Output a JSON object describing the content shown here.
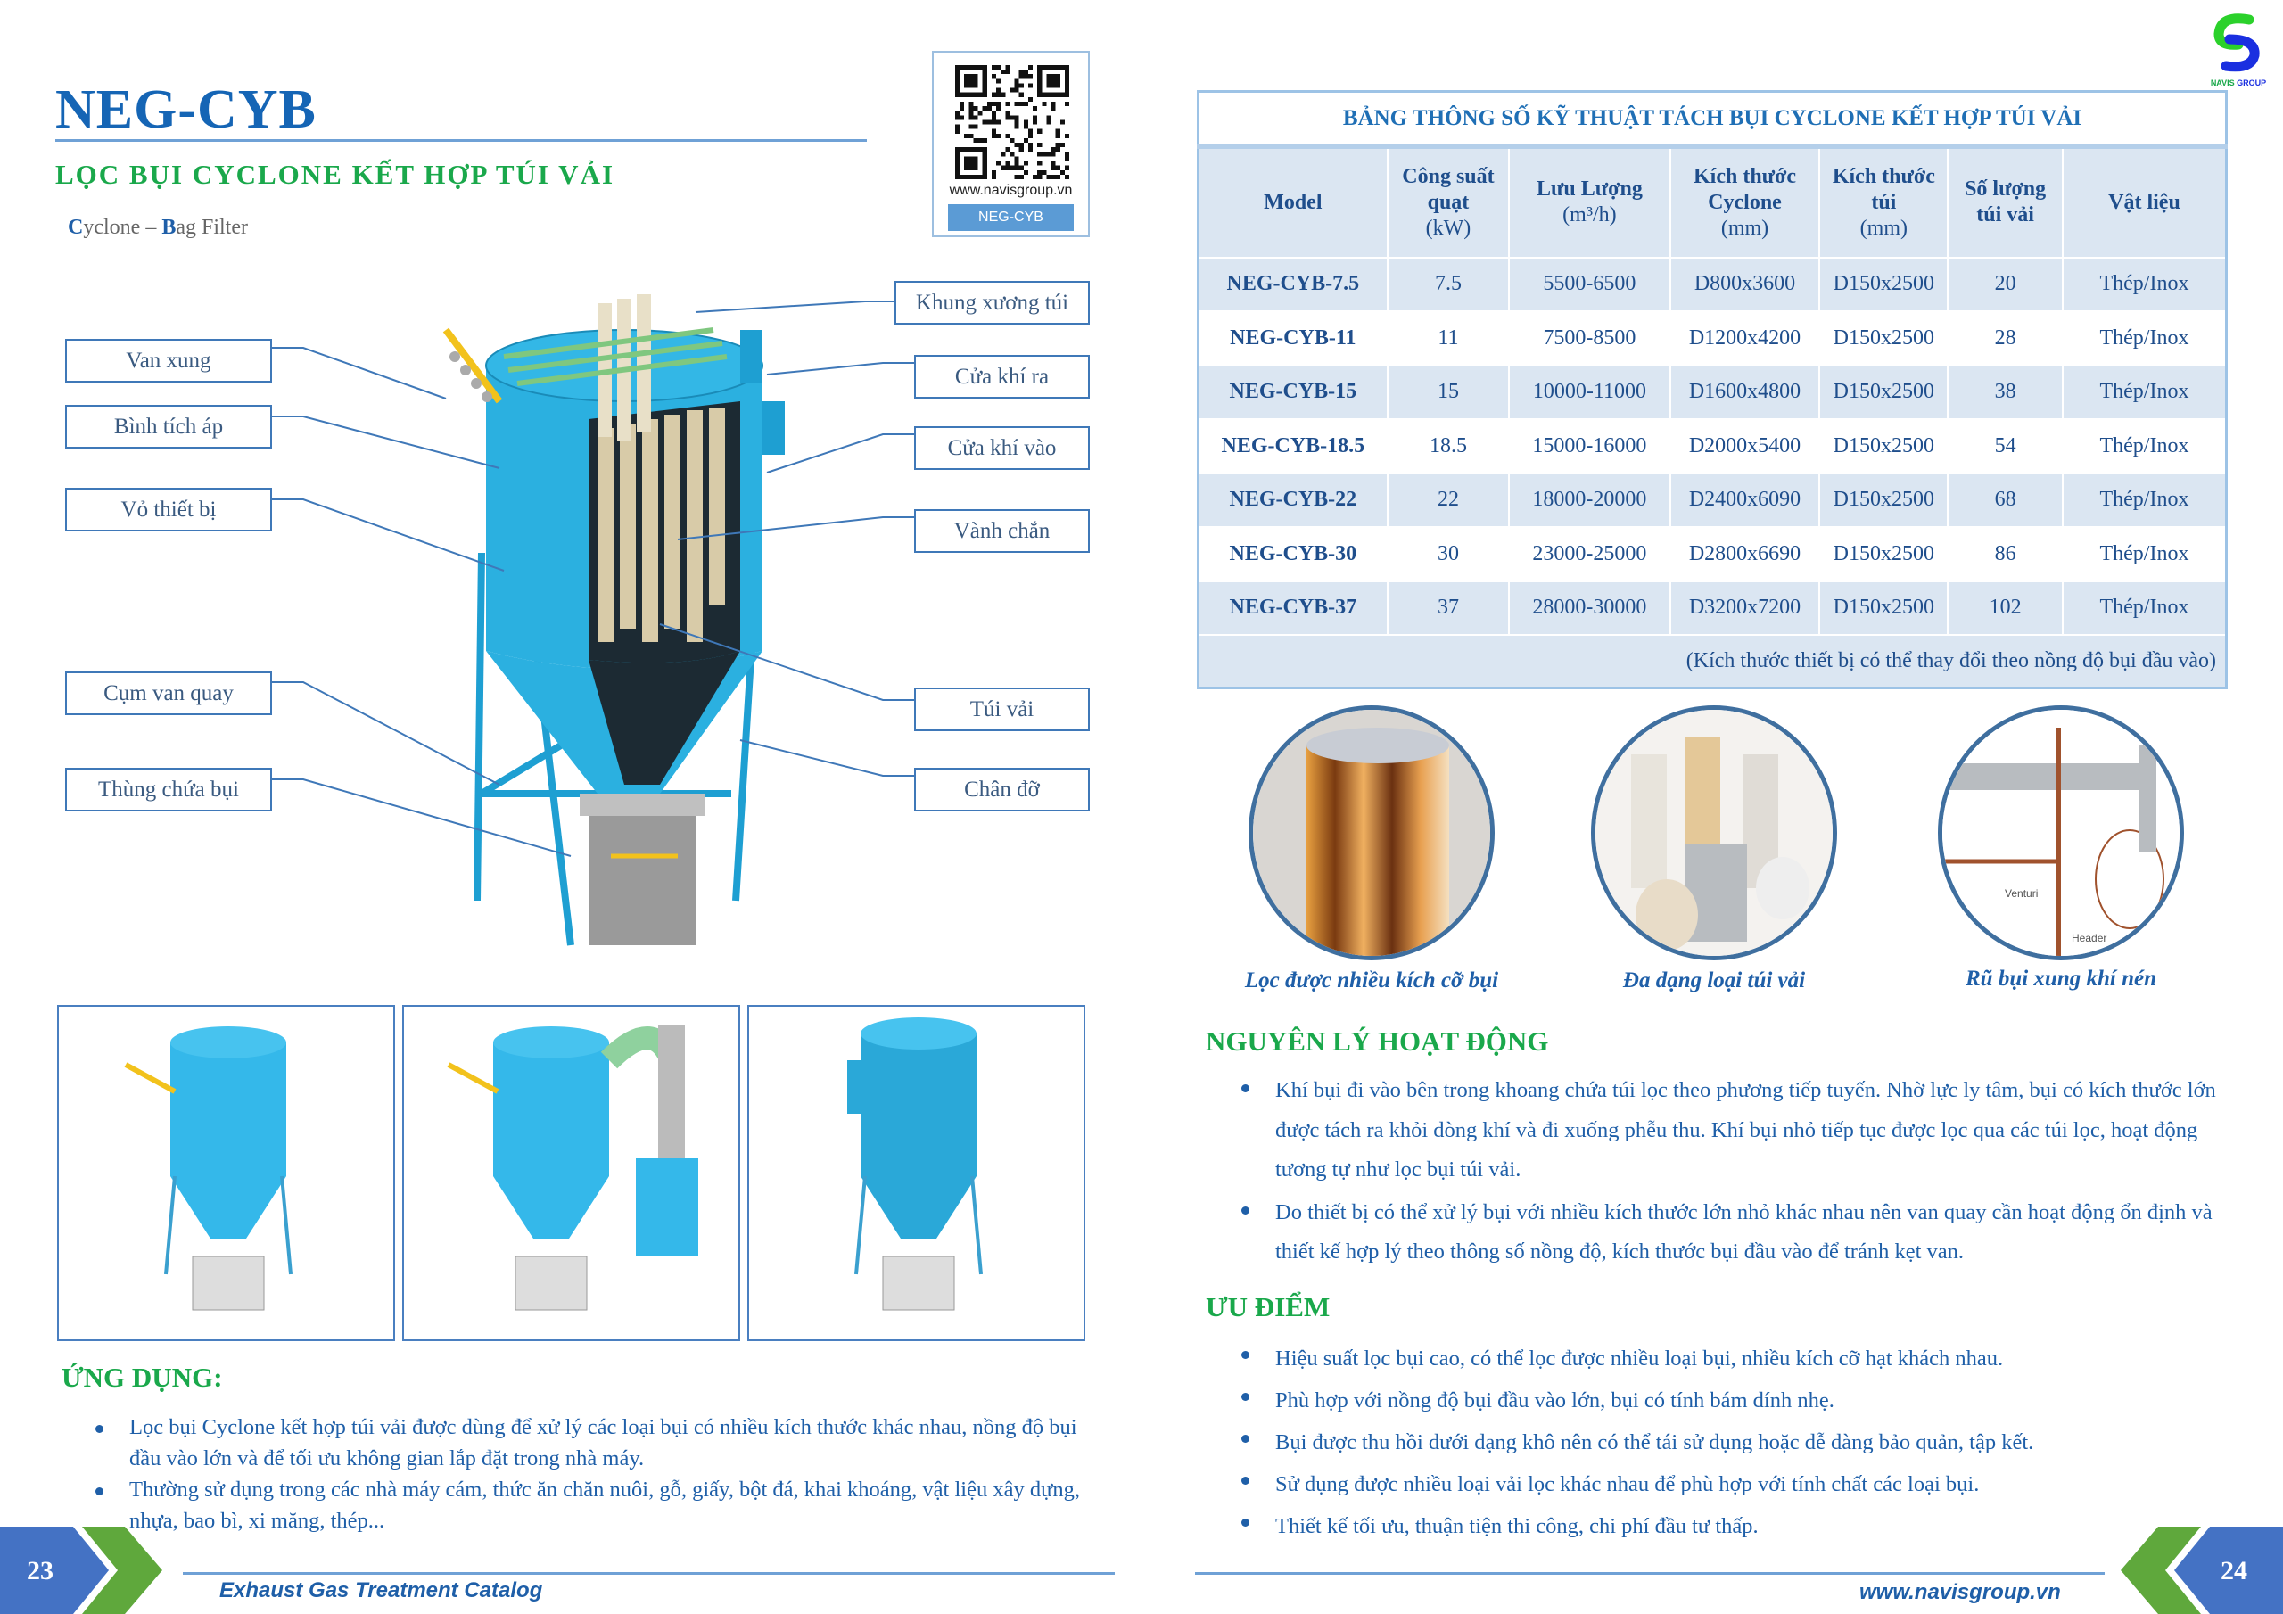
{
  "brand": {
    "logo_text": "NAVIS GROUP",
    "colors": {
      "blue": "#1565b5",
      "green": "#1aa84b",
      "table_bg": "#dbe6f2"
    }
  },
  "header": {
    "title": "NEG-CYB",
    "subtitle": "LỌC BỤI CYCLONE KẾT HỢP TÚI VẢI",
    "english_c": "C",
    "english_1": "yclone – ",
    "english_b": "B",
    "english_2": "ag Filter"
  },
  "qr": {
    "url": "www.navisgroup.vn",
    "code": "NEG-CYB"
  },
  "diagram_labels": {
    "left": [
      "Van xung",
      "Bình tích áp",
      "Vỏ thiết bị",
      "Cụm van quay",
      "Thùng chứa bụi"
    ],
    "right": [
      "Khung xương túi",
      "Cửa khí ra",
      "Cửa khí vào",
      "Vành chắn",
      "Túi vải",
      "Chân đỡ"
    ]
  },
  "applications": {
    "heading": "ỨNG DỤNG:",
    "items": [
      "Lọc bụi Cyclone kết hợp túi vải được dùng để xử lý các loại bụi có nhiều kích thước khác nhau, nồng độ bụi đầu vào lớn và để tối ưu không gian lắp đặt trong nhà máy.",
      "Thường sử dụng trong các nhà máy cám, thức ăn chăn nuôi, gỗ, giấy, bột đá, khai khoáng, vật liệu xây dựng, nhựa, bao bì, xi măng, thép..."
    ]
  },
  "table": {
    "title": "BẢNG THÔNG SỐ KỸ THUẬT TÁCH BỤI CYCLONE KẾT HỢP TÚI VẢI",
    "headers": [
      {
        "main": "Model",
        "unit": ""
      },
      {
        "main": "Công suất quạt",
        "unit": "(kW)"
      },
      {
        "main": "Lưu Lượng",
        "unit": "(m³/h)"
      },
      {
        "main": "Kích thước Cyclone",
        "unit": "(mm)"
      },
      {
        "main": "Kích thước túi",
        "unit": "(mm)"
      },
      {
        "main": "Số lượng túi vải",
        "unit": ""
      },
      {
        "main": "Vật liệu",
        "unit": ""
      }
    ],
    "rows": [
      [
        "NEG-CYB-7.5",
        "7.5",
        "5500-6500",
        "D800x3600",
        "D150x2500",
        "20",
        "Thép/Inox"
      ],
      [
        "NEG-CYB-11",
        "11",
        "7500-8500",
        "D1200x4200",
        "D150x2500",
        "28",
        "Thép/Inox"
      ],
      [
        "NEG-CYB-15",
        "15",
        "10000-11000",
        "D1600x4800",
        "D150x2500",
        "38",
        "Thép/Inox"
      ],
      [
        "NEG-CYB-18.5",
        "18.5",
        "15000-16000",
        "D2000x5400",
        "D150x2500",
        "54",
        "Thép/Inox"
      ],
      [
        "NEG-CYB-22",
        "22",
        "18000-20000",
        "D2400x6090",
        "D150x2500",
        "68",
        "Thép/Inox"
      ],
      [
        "NEG-CYB-30",
        "30",
        "23000-25000",
        "D2800x6690",
        "D150x2500",
        "86",
        "Thép/Inox"
      ],
      [
        "NEG-CYB-37",
        "37",
        "28000-30000",
        "D3200x7200",
        "D150x2500",
        "102",
        "Thép/Inox"
      ]
    ],
    "note": "(Kích thước thiết bị có thể thay đổi theo nồng độ bụi đầu vào)"
  },
  "features": [
    {
      "caption": "Lọc được nhiều kích cỡ bụi"
    },
    {
      "caption": "Đa dạng loại túi vải"
    },
    {
      "caption": "Rũ bụi xung khí nén",
      "labels": [
        "Venturi",
        "Header"
      ]
    }
  ],
  "principle": {
    "heading": "NGUYÊN LÝ HOẠT ĐỘNG",
    "items": [
      "Khí bụi đi vào bên trong khoang chứa túi lọc theo phương tiếp tuyến. Nhờ lực ly tâm, bụi có kích thước lớn được tách ra khỏi dòng khí và đi xuống phễu thu. Khí bụi nhỏ tiếp tục được lọc qua các túi lọc, hoạt động tương tự như lọc bụi túi vải.",
      "Do thiết bị có thể xử lý bụi với nhiều kích thước lớn nhỏ khác nhau nên van quay cần hoạt động ổn định và thiết kế hợp lý theo thông số nồng độ, kích thước bụi đầu vào để tránh kẹt van."
    ]
  },
  "advantages": {
    "heading": "ƯU ĐIỂM",
    "items": [
      "Hiệu suất lọc bụi cao, có thể lọc được nhiều loại bụi, nhiều kích cỡ hạt khách nhau.",
      "Phù hợp với nồng độ bụi đầu vào lớn, bụi có tính bám dính nhẹ.",
      "Bụi được thu hồi dưới dạng khô nên có thể tái sử dụng hoặc dễ dàng bảo quản, tập kết.",
      "Sử dụng được nhiều loại vải lọc khác nhau để phù hợp với tính chất các loại bụi.",
      "Thiết kế tối ưu, thuận tiện thi công, chi phí đầu tư thấp."
    ]
  },
  "footer": {
    "left_page": "23",
    "left_text": "Exhaust Gas Treatment Catalog",
    "right_page": "24",
    "right_text": "www.navisgroup.vn"
  }
}
